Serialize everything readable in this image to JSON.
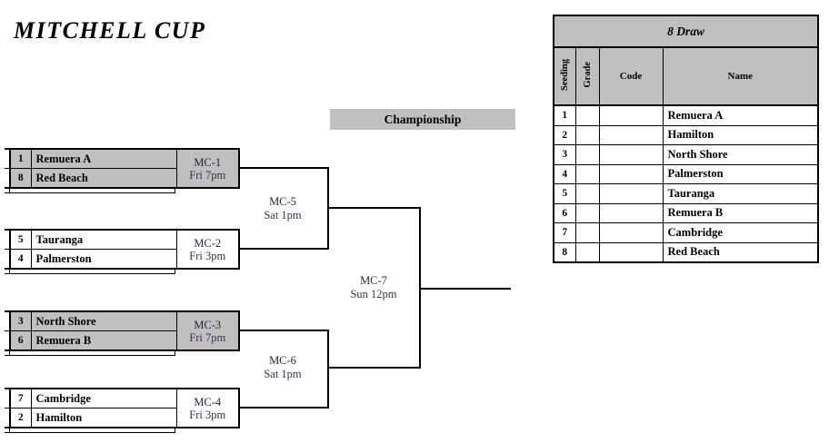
{
  "title": "MITCHELL CUP",
  "round_labels": {
    "championship": "Championship"
  },
  "bracket": {
    "round1": [
      {
        "id": "MC-1",
        "time": "Fri 7pm",
        "shaded": true,
        "teams": [
          {
            "seed": "1",
            "name": "Remuera A"
          },
          {
            "seed": "8",
            "name": "Red Beach"
          }
        ]
      },
      {
        "id": "MC-2",
        "time": "Fri 3pm",
        "shaded": false,
        "teams": [
          {
            "seed": "5",
            "name": "Tauranga"
          },
          {
            "seed": "4",
            "name": "Palmerston"
          }
        ]
      },
      {
        "id": "MC-3",
        "time": "Fri 7pm",
        "shaded": true,
        "teams": [
          {
            "seed": "3",
            "name": "North Shore"
          },
          {
            "seed": "6",
            "name": "Remuera B"
          }
        ]
      },
      {
        "id": "MC-4",
        "time": "Fri 3pm",
        "shaded": false,
        "teams": [
          {
            "seed": "7",
            "name": "Cambridge"
          },
          {
            "seed": "2",
            "name": "Hamilton"
          }
        ]
      }
    ],
    "semifinals": [
      {
        "id": "MC-5",
        "time": "Sat 1pm"
      },
      {
        "id": "MC-6",
        "time": "Sat 1pm"
      }
    ],
    "final": {
      "id": "MC-7",
      "time": "Sun 12pm"
    }
  },
  "draw_table": {
    "title": "8 Draw",
    "columns": {
      "seeding": "Seeding",
      "grade": "Grade",
      "code": "Code",
      "name": "Name"
    },
    "rows": [
      {
        "seeding": "1",
        "grade": "",
        "code": "",
        "name": "Remuera A"
      },
      {
        "seeding": "2",
        "grade": "",
        "code": "",
        "name": "Hamilton"
      },
      {
        "seeding": "3",
        "grade": "",
        "code": "",
        "name": "North Shore"
      },
      {
        "seeding": "4",
        "grade": "",
        "code": "",
        "name": "Palmerston"
      },
      {
        "seeding": "5",
        "grade": "",
        "code": "",
        "name": "Tauranga"
      },
      {
        "seeding": "6",
        "grade": "",
        "code": "",
        "name": "Remuera B"
      },
      {
        "seeding": "7",
        "grade": "",
        "code": "",
        "name": "Cambridge"
      },
      {
        "seeding": "8",
        "grade": "",
        "code": "",
        "name": "Red Beach"
      }
    ]
  },
  "colors": {
    "shaded_fill": "#c0c0c0",
    "border": "#000000",
    "match_id_text": "#26263a",
    "match_time_text": "#3c2f55"
  }
}
